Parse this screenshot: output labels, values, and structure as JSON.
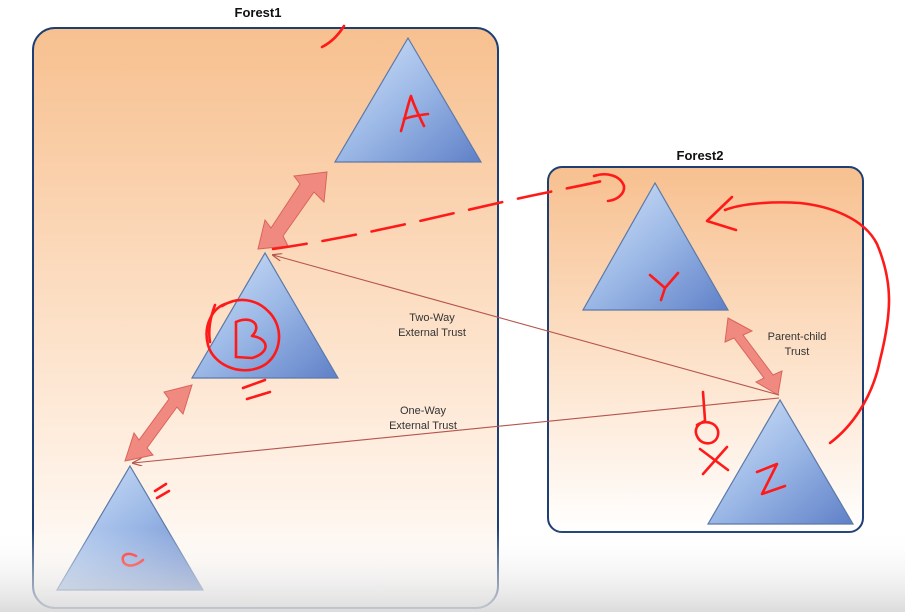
{
  "forests": [
    {
      "id": "forest1",
      "title": "Forest1"
    },
    {
      "id": "forest2",
      "title": "Forest2"
    }
  ],
  "domains": [
    {
      "id": "A",
      "label": "A"
    },
    {
      "id": "B",
      "label": "B"
    },
    {
      "id": "C",
      "label": "c"
    },
    {
      "id": "Y",
      "label": "Y"
    },
    {
      "id": "Z",
      "label": "Z"
    }
  ],
  "relations": {
    "two_way_line1": "Two-Way",
    "two_way_line2": "External Trust",
    "one_way_line1": "One-Way",
    "one_way_line2": "External Trust",
    "parent_child_line1": "Parent-child",
    "parent_child_line2": "Trust"
  },
  "colors": {
    "forest_border": "#1d3f73",
    "forest_fill_top": "#f7c08f",
    "forest_fill_bottom": "#ffffff",
    "triangle_top": "#c9dcf7",
    "triangle_bottom": "#6f8fd0",
    "trust_arrow": "#f08a80",
    "trust_line": "#b5554d",
    "annotation_ink": "#ff1a1a"
  }
}
